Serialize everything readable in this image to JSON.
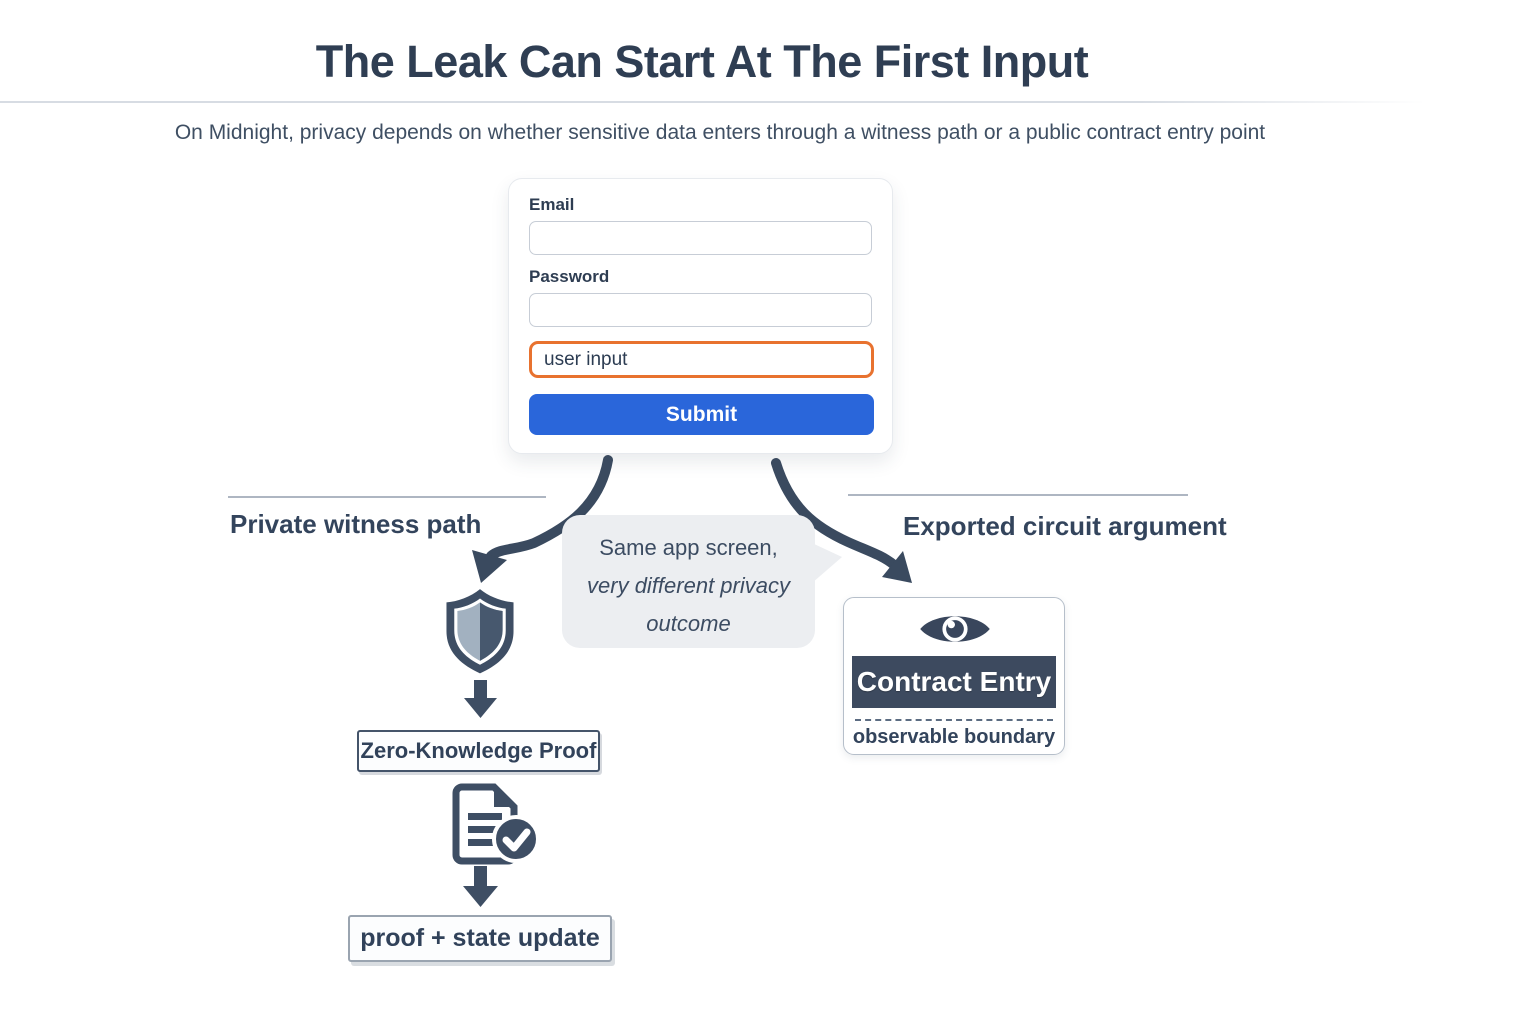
{
  "header": {
    "title": "The Leak Can Start At The First Input",
    "subtitle": "On Midnight, privacy depends on whether sensitive data enters through a witness path or a public contract entry point"
  },
  "form": {
    "email": {
      "label": "Email",
      "value": ""
    },
    "password": {
      "label": "Password",
      "value": ""
    },
    "user_input": {
      "value": "user input"
    },
    "submit_label": "Submit"
  },
  "branches": {
    "left_label": "Private witness path",
    "right_label": "Exported circuit argument"
  },
  "callout": {
    "line1": "Same app screen,",
    "line2": "very different privacy",
    "line3": "outcome"
  },
  "witness_path": {
    "zk_box_label": "Zero-Knowledge Proof",
    "result_box_label": "proof + state update"
  },
  "contract_path": {
    "entry_label": "Contract Entry",
    "boundary_label": "observable boundary"
  },
  "icons": {
    "shield": "shield-icon",
    "document_check": "document-check-icon",
    "eye": "eye-icon"
  },
  "colors": {
    "navy_text": "#2f3e53",
    "diagram_slate": "#3c4c61",
    "accent_blue": "#2a66da",
    "accent_orange": "#e8722f",
    "callout_bg": "#eceef1",
    "contract_bar_bg": "#3d4a5f"
  }
}
